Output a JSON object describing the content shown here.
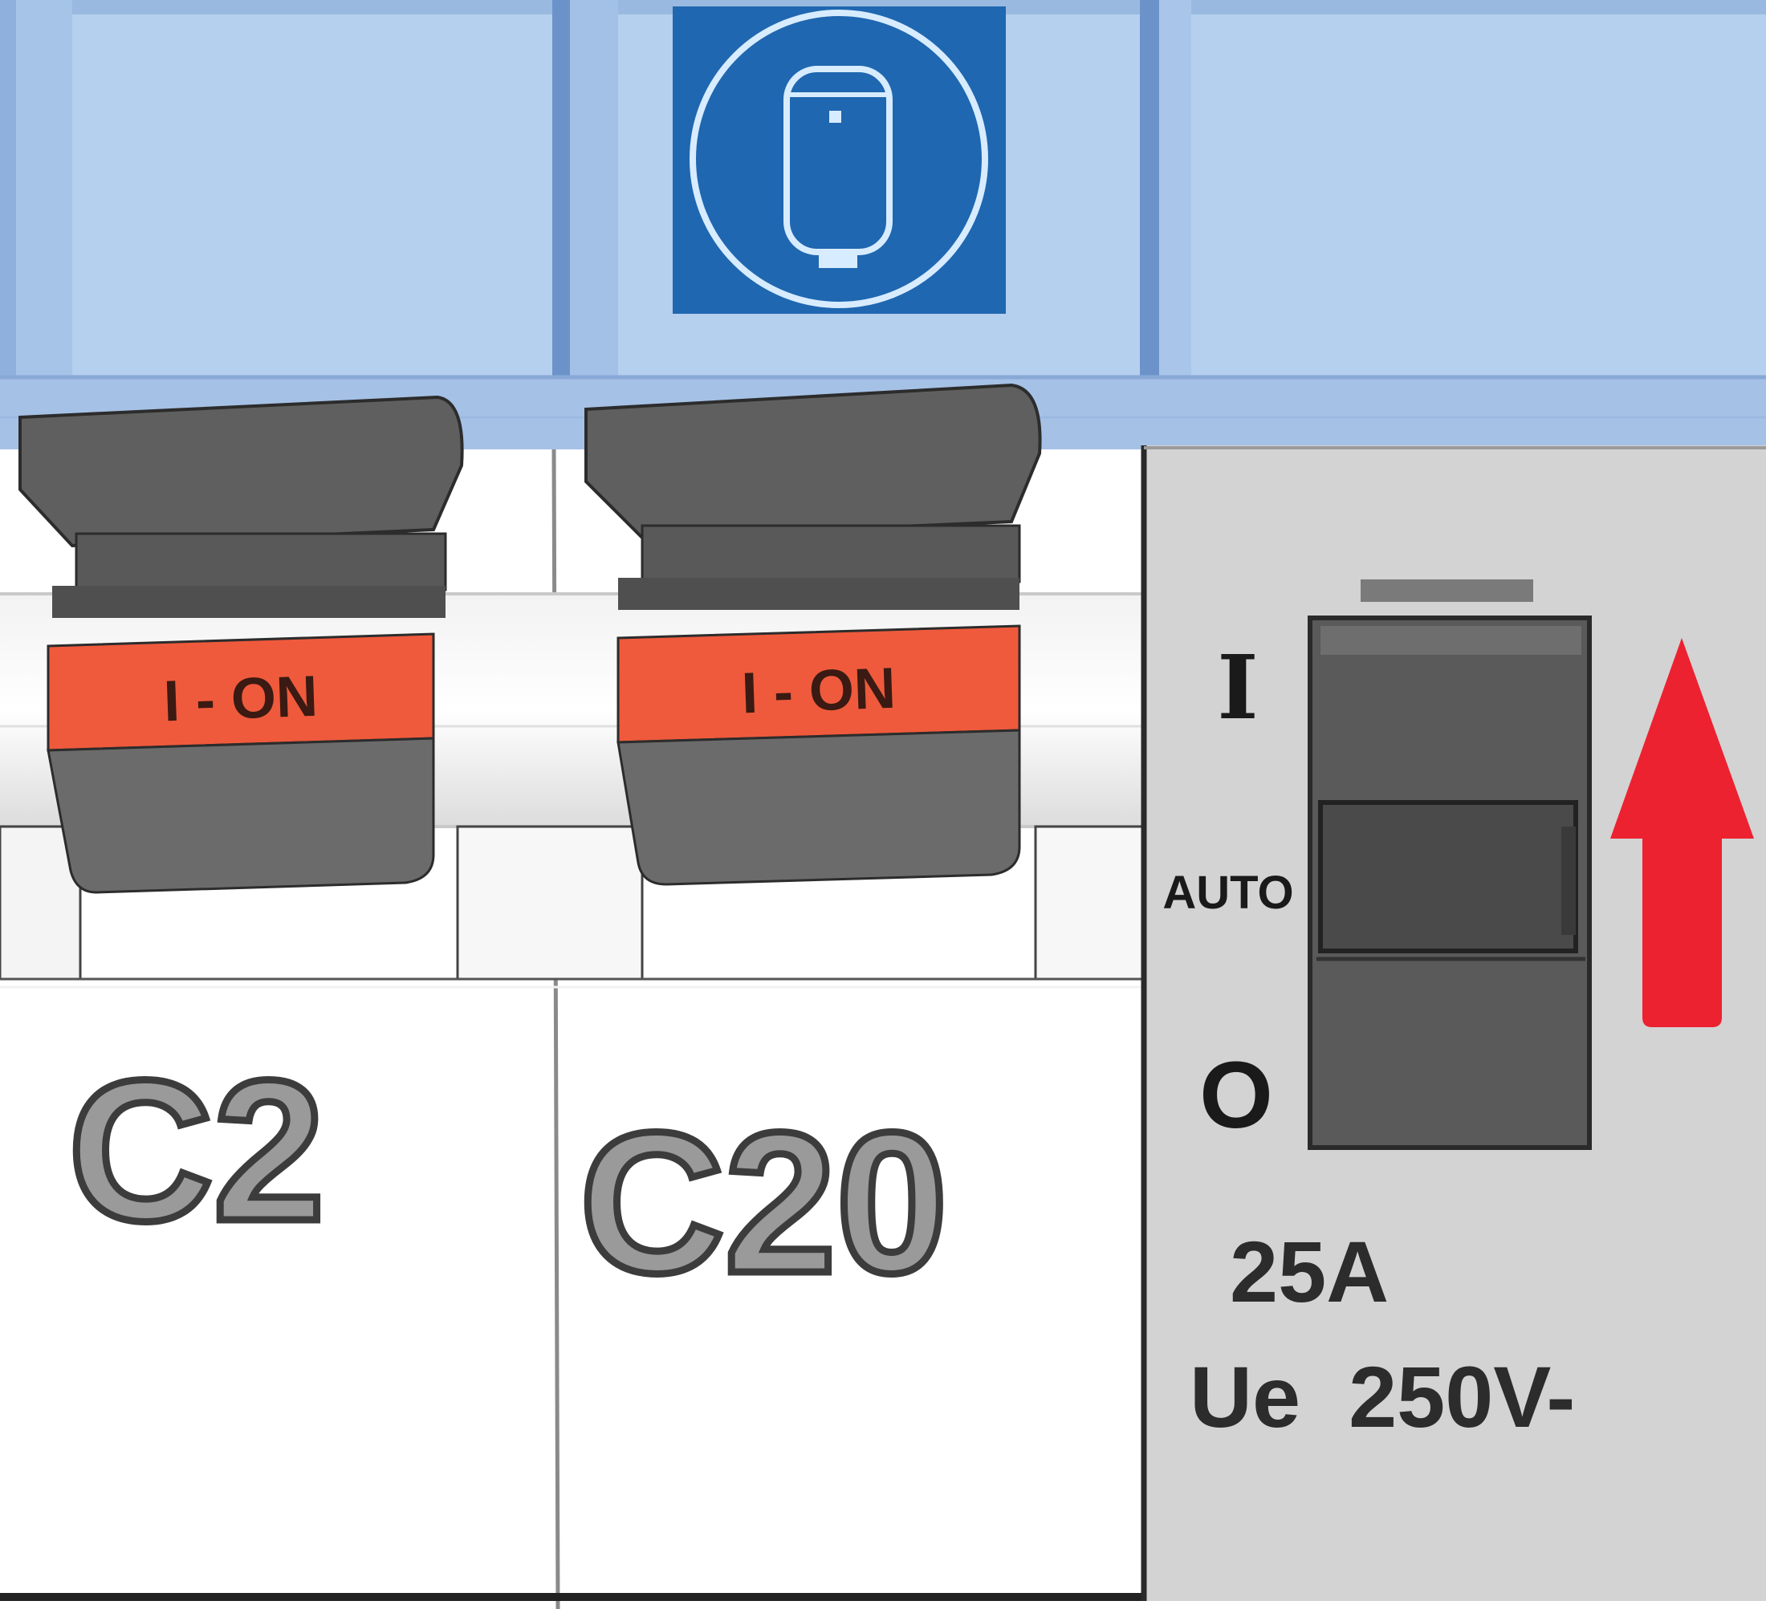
{
  "breakers": [
    {
      "rating": "C2",
      "switch_label": "I - ON"
    },
    {
      "rating": "C20",
      "switch_label": "I - ON"
    }
  ],
  "main_switch": {
    "position_on": "I",
    "position_auto": "AUTO",
    "position_off": "O",
    "current": "25A",
    "voltage": "Ue  250V-"
  },
  "icons": {
    "top_icon": "water-heater-icon",
    "arrow": "arrow-up-icon"
  },
  "colors": {
    "cover_blue": "#b5cfee",
    "icon_tile": "#1f67b0",
    "switch_band": "#ef5a3c",
    "arrow_red": "#ec2230",
    "panel_grey": "#d3d3d3",
    "lever_grey": "#6b6b6b"
  }
}
